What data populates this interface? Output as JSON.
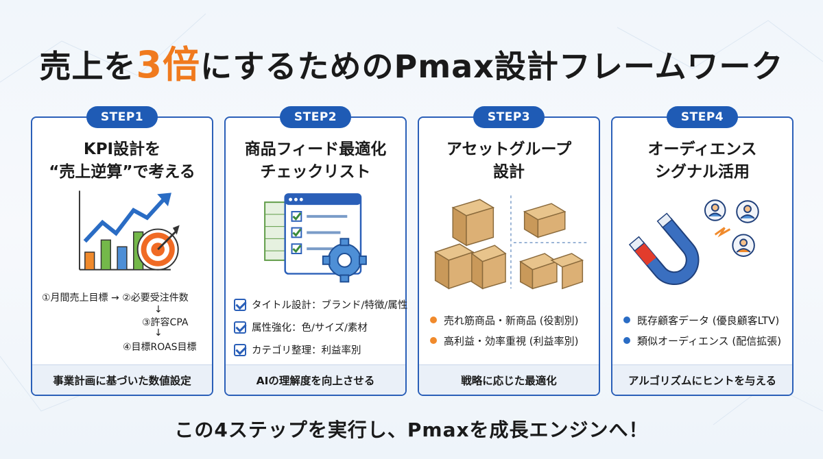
{
  "title": {
    "before": "売上を",
    "accent": "3倍",
    "after": "にするためのPmax設計フレームワーク"
  },
  "colors": {
    "accent": "#f07a1e",
    "primary": "#1f5bb5",
    "orange_dot": "#f08a2c",
    "blue_dot": "#2a6cc4"
  },
  "steps": [
    {
      "badge": "STEP1",
      "title_line1": "KPI設計を",
      "title_line2": "“売上逆算”で考える",
      "illustration": "growth-chart-target-icon",
      "flow": {
        "a": "①月間売上目標",
        "arrow_right": "→",
        "b": "②必要受注件数",
        "arrow1": "↓",
        "c": "③許容CPA",
        "arrow2": "↓",
        "d": "④目標ROAS目標"
      },
      "footer": "事業計画に基づいた数値設定"
    },
    {
      "badge": "STEP2",
      "title_line1": "商品フィード最適化",
      "title_line2": "チェックリスト",
      "illustration": "checklist-gear-icon",
      "items": [
        "タイトル設計：ブランド/特徴/属性",
        "属性強化：色/サイズ/素材",
        "カテゴリ整理：利益率別"
      ],
      "footer": "AIの理解度を向上させる"
    },
    {
      "badge": "STEP3",
      "title_line1": "アセットグループ",
      "title_line2": "設計",
      "illustration": "cardboard-boxes-icon",
      "items": [
        "売れ筋商品・新商品 (役割別)",
        "高利益・効率重視 (利益率別)"
      ],
      "footer": "戦略に応じた最適化"
    },
    {
      "badge": "STEP4",
      "title_line1": "オーディエンス",
      "title_line2": "シグナル活用",
      "illustration": "magnet-users-icon",
      "items": [
        "既存顧客データ (優良顧客LTV)",
        "類似オーディエンス (配信拡張)"
      ],
      "footer": "アルゴリズムにヒントを与える"
    }
  ],
  "bottom_message": "この4ステップを実行し、Pmaxを成長エンジンへ！"
}
